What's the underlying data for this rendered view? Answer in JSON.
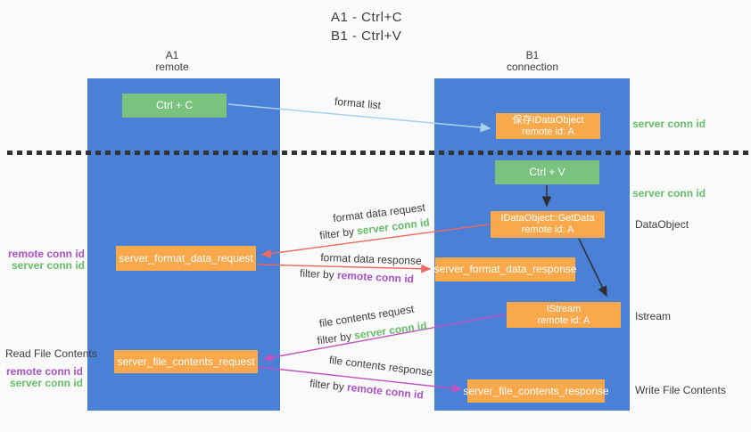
{
  "title": {
    "line1": "A1 - Ctrl+C",
    "line2": "B1 - Ctrl+V"
  },
  "lanes": {
    "left": {
      "id": "A1",
      "role": "remote"
    },
    "right": {
      "id": "B1",
      "role": "connection"
    }
  },
  "nodes": {
    "ctrl_c": {
      "label": "Ctrl + C"
    },
    "ctrl_v": {
      "label": "Ctrl + V"
    },
    "save_dataobject": {
      "line1": "保存IDataObject",
      "line2": "remote id: A"
    },
    "getdata": {
      "line1": "IDataObject::GetData",
      "line2": "remote id: A"
    },
    "istream": {
      "line1": "IStream",
      "line2": "remote id: A"
    },
    "format_request": {
      "label": "server_format_data_request"
    },
    "format_response": {
      "label": "server_format_data_response"
    },
    "file_request": {
      "label": "server_file_contents_request"
    },
    "file_response": {
      "label": "server_file_contents_response"
    }
  },
  "flow_labels": {
    "format_list": "format list",
    "format_data_request": "format data request",
    "format_data_request_filter": {
      "prefix": "filter by ",
      "key": "server conn id"
    },
    "format_data_response": "format data response",
    "format_data_response_filter": {
      "prefix": "filter by ",
      "key": "remote conn id"
    },
    "file_contents_request": "file contents request",
    "file_contents_request_filter": {
      "prefix": "filter by ",
      "key": "server conn id"
    },
    "file_contents_response": "file contents response",
    "file_contents_response_filter": {
      "prefix": "filter by ",
      "key": "remote conn id"
    }
  },
  "side_labels": {
    "right_server_conn_id_top": "server conn id",
    "right_server_conn_id_mid": "server conn id",
    "dataobject": "DataObject",
    "istream": "Istream",
    "write_file_contents": "Write File Contents",
    "read_file_contents": "Read File Contents",
    "left_mid": {
      "remote": "remote conn id",
      "server": "server conn id"
    },
    "left_bottom": {
      "remote": "remote conn id",
      "server": "server conn id"
    }
  },
  "colors": {
    "lane_blue": "#4a80d6",
    "node_green": "#79c37f",
    "node_orange": "#f9a94c",
    "accent_green": "#66bf6a",
    "accent_purple": "#ab50c8",
    "arrow_red": "#ee6a5f",
    "arrow_magenta": "#c153c1",
    "arrow_light_blue": "#a6d2ee",
    "arrow_black": "#2f2f2f",
    "text_dark": "#3d3d3d",
    "background": "#fafafa"
  }
}
